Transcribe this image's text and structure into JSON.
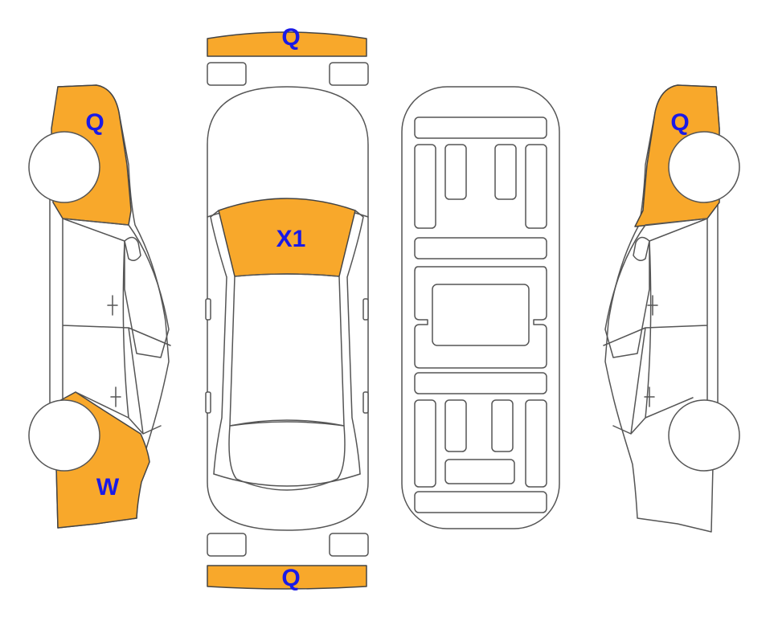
{
  "colors": {
    "damage_fill": "#F8A82B",
    "label_color": "#1A1AE6",
    "outline": "#555555"
  },
  "views": {
    "left_side": {
      "front_code": "Q",
      "rear_code": "W"
    },
    "top": {
      "front_bumper_code": "Q",
      "windshield_code": "X1",
      "rear_bumper_code": "Q"
    },
    "underbody": {},
    "right_side": {
      "front_code": "Q"
    }
  }
}
